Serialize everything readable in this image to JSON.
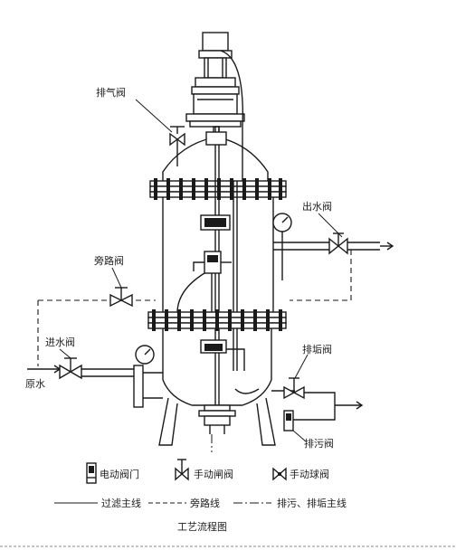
{
  "labels": {
    "vent_valve": "排气阀",
    "outlet_valve": "出水阀",
    "bypass_valve": "旁路阀",
    "inlet_valve": "进水阀",
    "raw_water": "原水",
    "sludge_valve": "排垢阀",
    "drain_valve": "排污阀"
  },
  "legend": {
    "electric_valve": "电动阀门",
    "manual_gate_valve": "手动闸阀",
    "manual_ball_valve": "手动球阀",
    "filter_main_line": "过滤主线",
    "bypass_line": "旁路线",
    "drain_main_line": "排污、排垢主线"
  },
  "caption": "工艺流程图"
}
